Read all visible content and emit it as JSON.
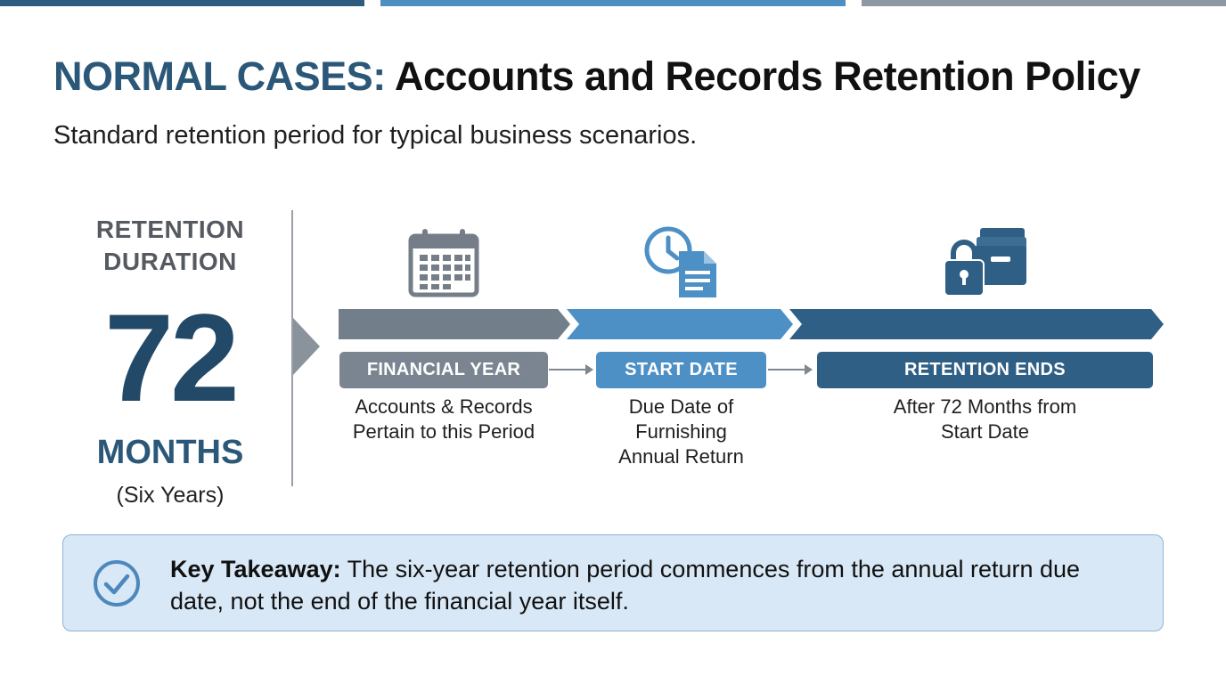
{
  "header": {
    "title_accent": "NORMAL CASES:",
    "title_rest": " Accounts and Records Retention Policy",
    "subtitle": "Standard retention period for typical business scenarios."
  },
  "duration": {
    "label_line1": "RETENTION",
    "label_line2": "DURATION",
    "number": "72",
    "unit": "MONTHS",
    "sub": "(Six Years)"
  },
  "timeline": {
    "stages": [
      {
        "label": "FINANCIAL YEAR",
        "desc_line1": "Accounts & Records",
        "desc_line2": "Pertain to this Period",
        "desc_line3": "",
        "icon": "calendar-icon"
      },
      {
        "label": "START DATE",
        "desc_line1": "Due Date of",
        "desc_line2": "Furnishing",
        "desc_line3": "Annual Return",
        "icon": "clock-document-icon"
      },
      {
        "label": "RETENTION ENDS",
        "desc_line1": "After 72 Months from",
        "desc_line2": "Start Date",
        "desc_line3": "",
        "icon": "lock-files-icon"
      }
    ]
  },
  "takeaway": {
    "label": "Key Takeaway:",
    "text": " The six-year retention period commences from the annual return due date, not the end of the financial year itself."
  },
  "colors": {
    "navy": "#2b5878",
    "blue": "#4d90c6",
    "gray": "#7b8591",
    "dark_blue": "#2f5f85",
    "takeaway_bg": "#d8e8f6"
  }
}
